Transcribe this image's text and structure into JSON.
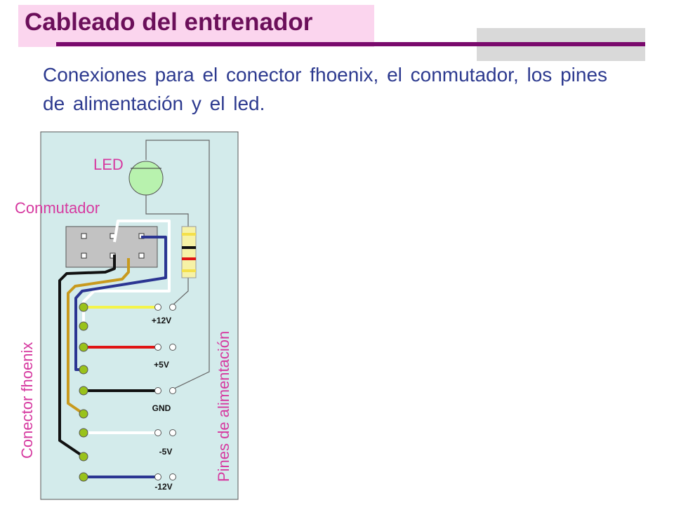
{
  "header": {
    "title": "Cableado del entrenador",
    "subtitle": "Conexiones para el conector fhoenix, el conmutador, los pines de alimentación y el led."
  },
  "diagram": {
    "labels": {
      "led": "LED",
      "switch": "Conmutador",
      "connector": "Conector fhoenix",
      "power_pins": "Pines de alimentación"
    },
    "voltages": [
      "+12V",
      "+5V",
      "GND",
      "-5V",
      "-12V"
    ],
    "colors": {
      "panel": "#d3ebeb",
      "led": "#b8f2ae",
      "yellow_wire": "#f4f44a",
      "red_wire": "#e01414",
      "black_wire": "#111111",
      "white_wire": "#ffffff",
      "blue_wire": "#2b3592",
      "tan_wire": "#c89a1e",
      "connector_pin": "#99c21a",
      "label": "#d63aa0",
      "title": "#6b0f5a"
    }
  }
}
